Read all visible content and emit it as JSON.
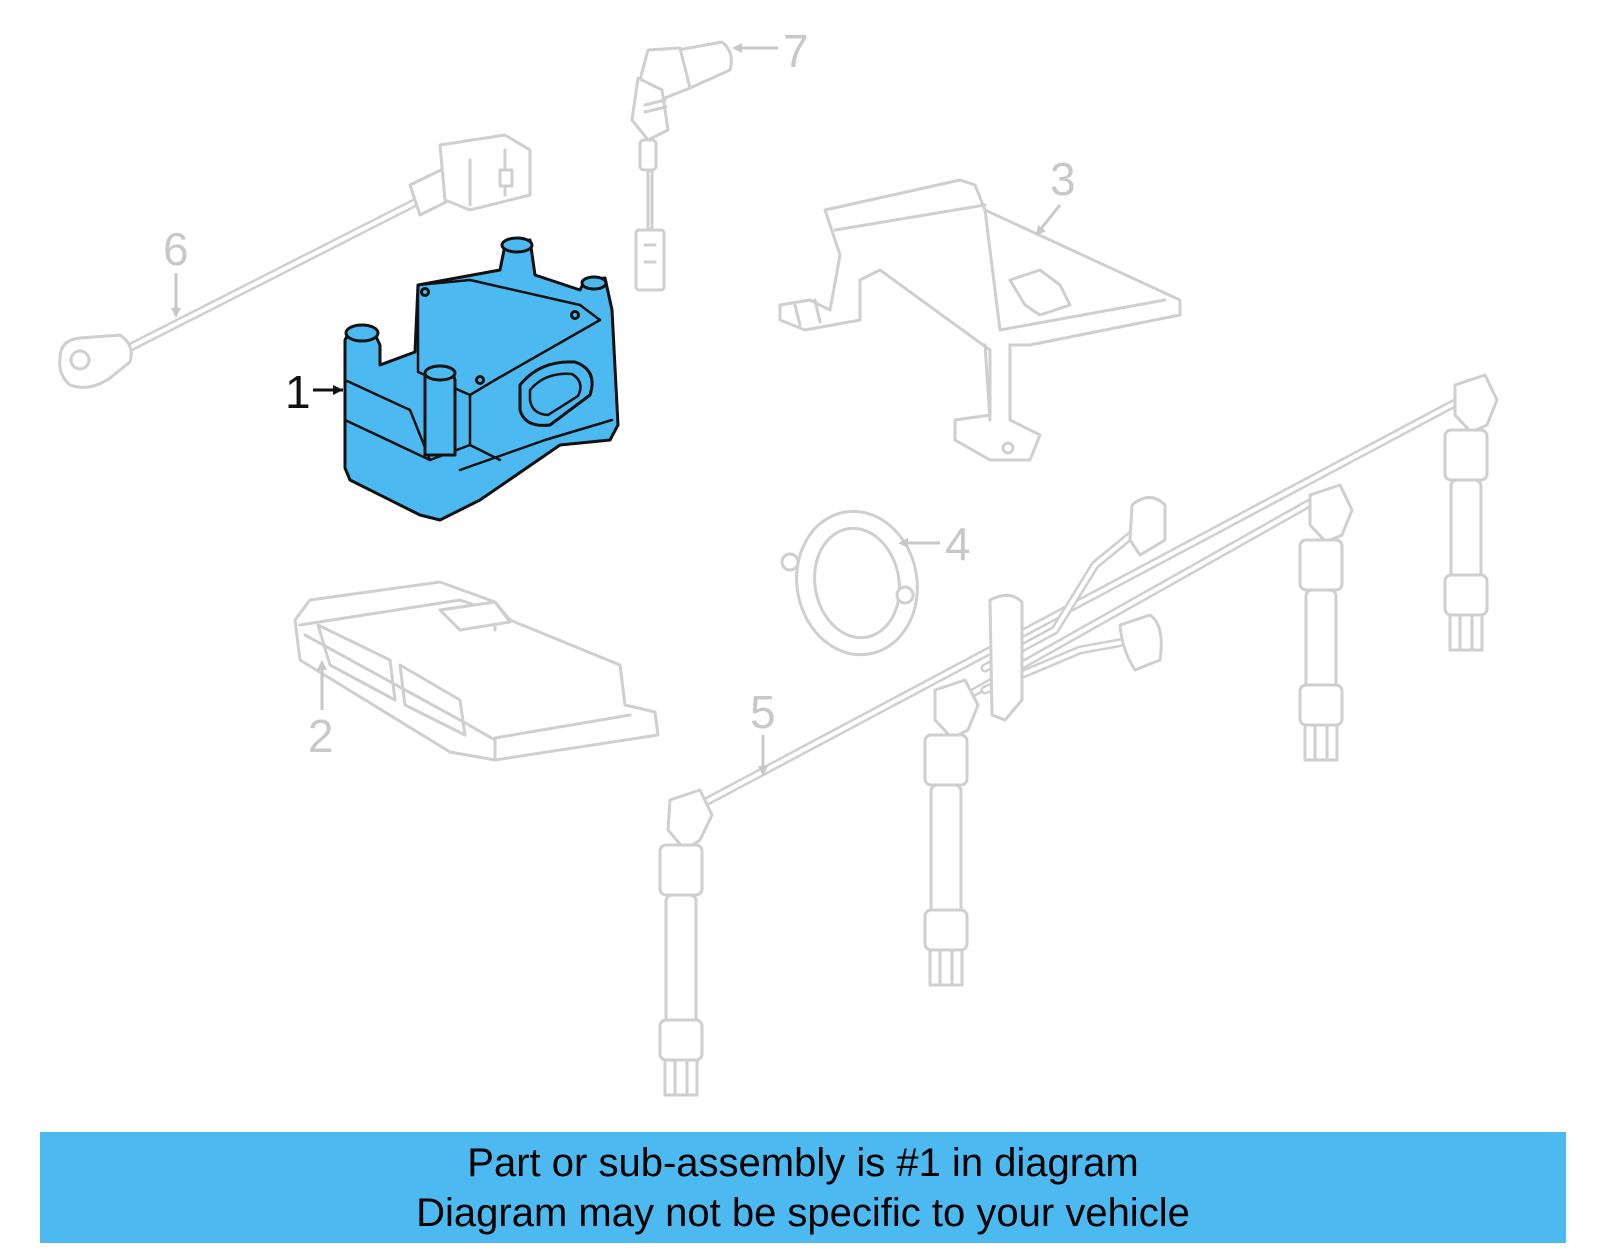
{
  "callouts": [
    {
      "id": "1",
      "label": "1",
      "highlighted": true
    },
    {
      "id": "2",
      "label": "2",
      "highlighted": false
    },
    {
      "id": "3",
      "label": "3",
      "highlighted": false
    },
    {
      "id": "4",
      "label": "4",
      "highlighted": false
    },
    {
      "id": "5",
      "label": "5",
      "highlighted": false
    },
    {
      "id": "6",
      "label": "6",
      "highlighted": false
    },
    {
      "id": "7",
      "label": "7",
      "highlighted": false
    }
  ],
  "banner": {
    "line1": "Part or sub-assembly is #1 in diagram",
    "line2": "Diagram may not be specific to your vehicle"
  },
  "colors": {
    "highlight": "#4cb9f0",
    "ghost_parts": "#cfcfcf",
    "banner_bg": "#4cb9f0"
  }
}
